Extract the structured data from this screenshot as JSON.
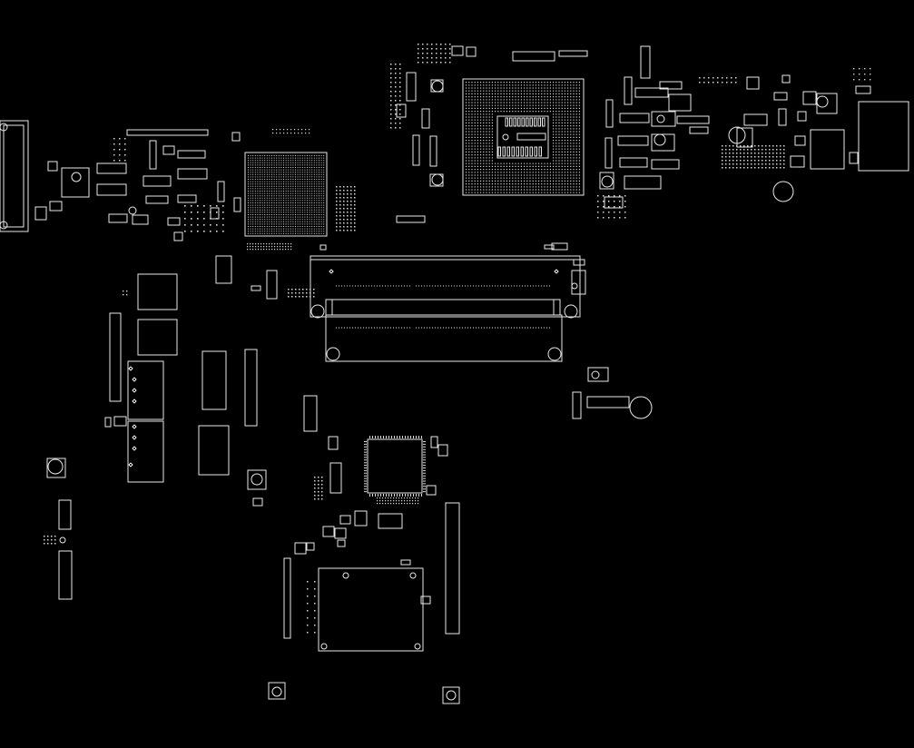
{
  "viewer": {
    "background_color": "#000000",
    "outline_color": "#e8e8e8",
    "zoom_label": ""
  },
  "board": {
    "components": [
      {
        "id": "cpu-socket",
        "kind": "bga-socket"
      },
      {
        "id": "chipset-bga",
        "kind": "bga"
      },
      {
        "id": "ec-chip",
        "kind": "qfp"
      },
      {
        "id": "dimm-slot-1",
        "kind": "connector"
      },
      {
        "id": "dimm-slot-2",
        "kind": "connector"
      },
      {
        "id": "left-io-connector",
        "kind": "connector"
      },
      {
        "id": "right-io-connector",
        "kind": "connector"
      },
      {
        "id": "card-reader-pad",
        "kind": "connector"
      },
      {
        "id": "bottom-header",
        "kind": "connector"
      }
    ]
  }
}
